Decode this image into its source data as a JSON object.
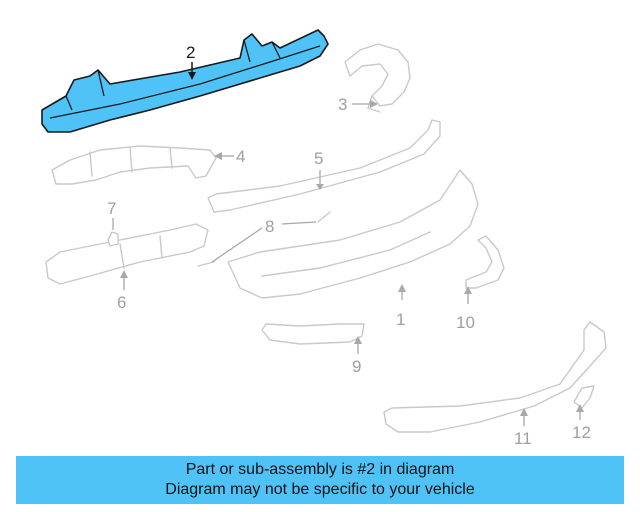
{
  "diagram": {
    "callouts": [
      "1",
      "2",
      "3",
      "4",
      "5",
      "6",
      "7",
      "8",
      "9",
      "10",
      "11",
      "12"
    ],
    "highlighted_part": "2",
    "highlight_color": "#4fc3f7",
    "ghost_color": "#c9c9c9"
  },
  "banner": {
    "line1": "Part or sub-assembly is #2 in diagram",
    "line2": "Diagram may not be specific to your vehicle",
    "background": "#4fc3f7"
  }
}
